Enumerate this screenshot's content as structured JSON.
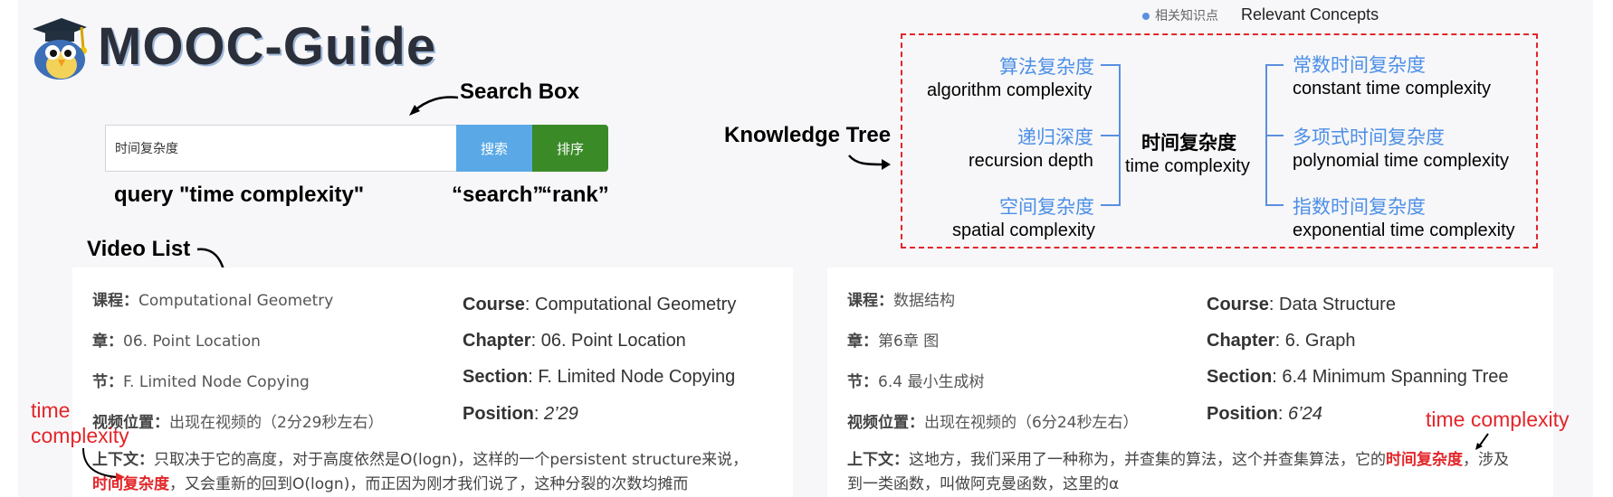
{
  "logo": {
    "title": "MOOC-Guide"
  },
  "annotations": {
    "search_box": "Search Box",
    "query": "query \"time complexity\"",
    "search_btn": "“search”",
    "rank_btn": "“rank”",
    "video_list": "Video List",
    "knowledge_tree": "Knowledge Tree",
    "time_complexity_left": "time\ncomplexity",
    "time_complexity_right": "time complexity"
  },
  "search": {
    "value": "时间复杂度",
    "search_label": "搜索",
    "rank_label": "排序"
  },
  "concepts": {
    "legend_zh": "相关知识点",
    "legend_en": "Relevant Concepts"
  },
  "tree": {
    "center": {
      "zh": "时间复杂度",
      "en": "time complexity"
    },
    "left": [
      {
        "zh": "算法复杂度",
        "en": "algorithm complexity"
      },
      {
        "zh": "递归深度",
        "en": "recursion depth"
      },
      {
        "zh": "空间复杂度",
        "en": "spatial complexity"
      }
    ],
    "right": [
      {
        "zh": "常数时间复杂度",
        "en": "constant time complexity"
      },
      {
        "zh": "多项式时间复杂度",
        "en": "polynomial time complexity"
      },
      {
        "zh": "指数时间复杂度",
        "en": "exponential time complexity"
      }
    ]
  },
  "videos": [
    {
      "course_label": "课程：",
      "course": "Computational Geometry",
      "chapter_label": "章：",
      "chapter": "06. Point Location",
      "section_label": "节：",
      "section": "F. Limited Node Copying",
      "position_label": "视频位置：",
      "position": "出现在视频的（2分29秒左右）",
      "en_course_label": "Course",
      "en_course": ": Computational Geometry",
      "en_chapter_label": "Chapter",
      "en_chapter": ": 06. Point Location",
      "en_section_label": "Section",
      "en_section": ": F. Limited Node Copying",
      "en_position_label": "Position",
      "en_position_sep": ": ",
      "en_position": "2’29",
      "context_label": "上下文：",
      "context_pre": "只取决于它的高度，对于高度依然是O(logn)，这样的一个persistent structure来说，",
      "context_hl": "时间复杂度",
      "context_post": "，又会重新的回到O(logn)，而正因为刚才我们说了，这种分裂的次数均摊而"
    },
    {
      "course_label": "课程：",
      "course": "数据结构",
      "chapter_label": "章：",
      "chapter": "第6章 图",
      "section_label": "节：",
      "section": "6.4 最小生成树",
      "position_label": "视频位置：",
      "position": "出现在视频的（6分24秒左右）",
      "en_course_label": "Course",
      "en_course": ": Data Structure",
      "en_chapter_label": "Chapter",
      "en_chapter": ": 6. Graph",
      "en_section_label": "Section",
      "en_section": ": 6.4 Minimum Spanning Tree",
      "en_position_label": "Position",
      "en_position_sep": ": ",
      "en_position": "6’24",
      "context_label": "上下文：",
      "context_pre": "这地方，我们采用了一种称为，并查集的算法，这个并查集算法，它的",
      "context_hl": "时间复杂度",
      "context_post": "，涉及到一类函数，叫做阿克曼函数，这里的α"
    }
  ],
  "colors": {
    "accent_red": "#e3262a",
    "search_blue": "#5aa9e6",
    "rank_green": "#3a8a28",
    "node_blue": "#4d8fe6"
  },
  "icons": [
    "mascot-logo-icon",
    "arrow-icon"
  ]
}
